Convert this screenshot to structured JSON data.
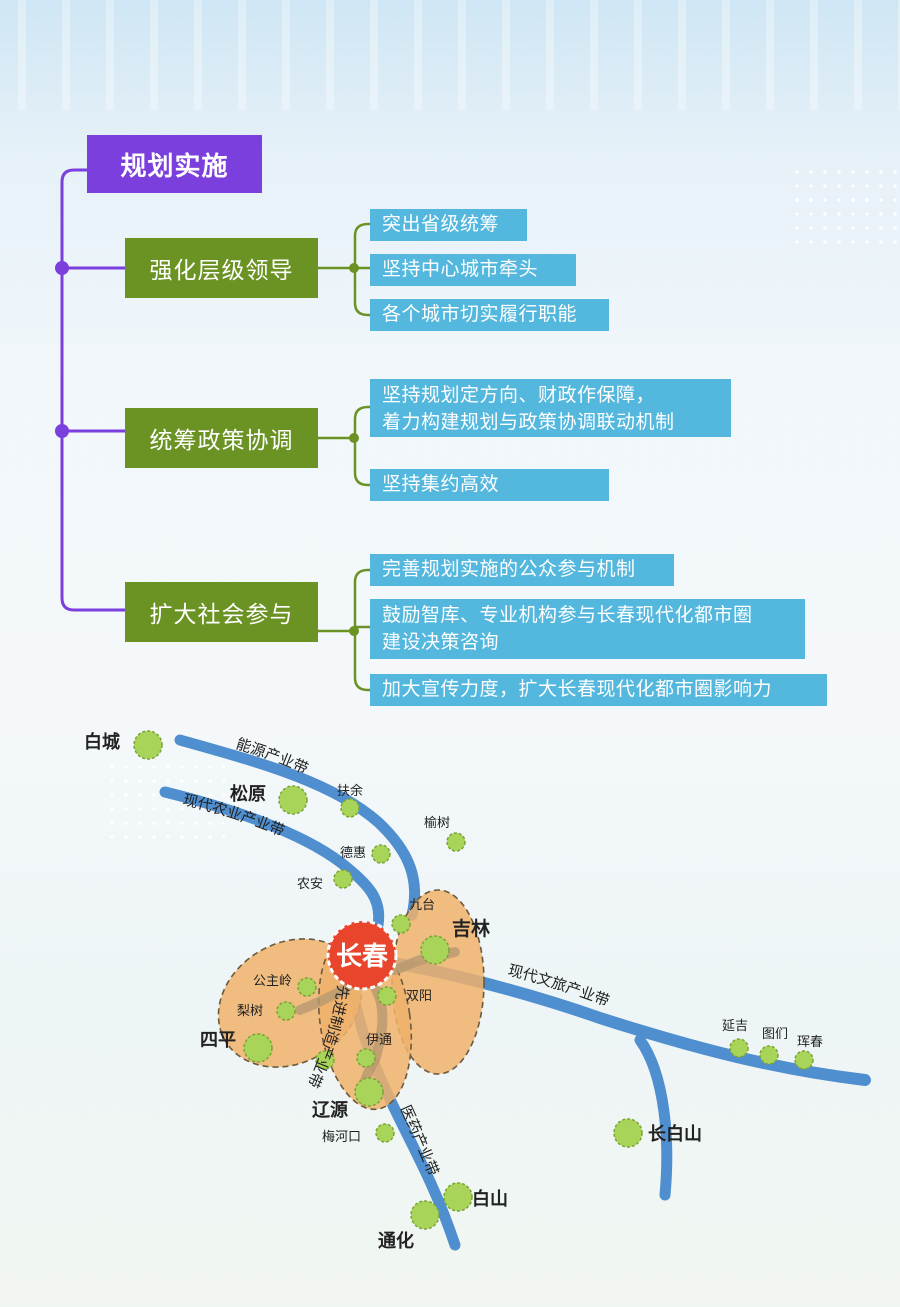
{
  "title": "规划实施",
  "branches": [
    {
      "label": "强化层级领导",
      "items": [
        {
          "lines": [
            "突出省级统筹"
          ]
        },
        {
          "lines": [
            "坚持中心城市牵头"
          ]
        },
        {
          "lines": [
            "各个城市切实履行职能"
          ]
        }
      ]
    },
    {
      "label": "统筹政策协调",
      "items": [
        {
          "lines": [
            "坚持规划定方向、财政作保障，",
            "着力构建规划与政策协调联动机制"
          ]
        },
        {
          "lines": [
            "坚持集约高效"
          ]
        }
      ]
    },
    {
      "label": "扩大社会参与",
      "items": [
        {
          "lines": [
            "完善规划实施的公众参与机制"
          ]
        },
        {
          "lines": [
            "鼓励智库、专业机构参与长春现代化都市圈",
            "建设决策咨询"
          ]
        },
        {
          "lines": [
            "加大宣传力度，扩大长春现代化都市圈影响力"
          ]
        }
      ]
    }
  ],
  "map": {
    "center": "长春",
    "cities": {
      "baicheng": "白城",
      "songyuan": "松原",
      "fuyu": "扶余",
      "yushu": "榆树",
      "dehui": "德惠",
      "nongan": "农安",
      "jiutai": "九台",
      "jilin": "吉林",
      "gongzhuling": "公主岭",
      "shuangyang": "双阳",
      "lishu": "梨树",
      "siping": "四平",
      "yitong": "伊通",
      "liaoyuan": "辽源",
      "meihekou": "梅河口",
      "baishan": "白山",
      "tonghua": "通化",
      "changbaishan": "长白山",
      "yanji": "延吉",
      "tumen": "图们",
      "hunchun": "珲春"
    },
    "belts": {
      "energy": "能源产业带",
      "agri": "现代农业产业带",
      "culture": "现代文旅产业带",
      "manufacturing": "先进制造产业带",
      "medicine": "医药产业带"
    }
  },
  "colors": {
    "title": "#7b3fdd",
    "branch": "#6b9323",
    "leaf": "#54b7dd",
    "road": "#4f8fd0",
    "zone": "#f0b26b",
    "city": "#a8d45a",
    "center": "#e8452c"
  }
}
